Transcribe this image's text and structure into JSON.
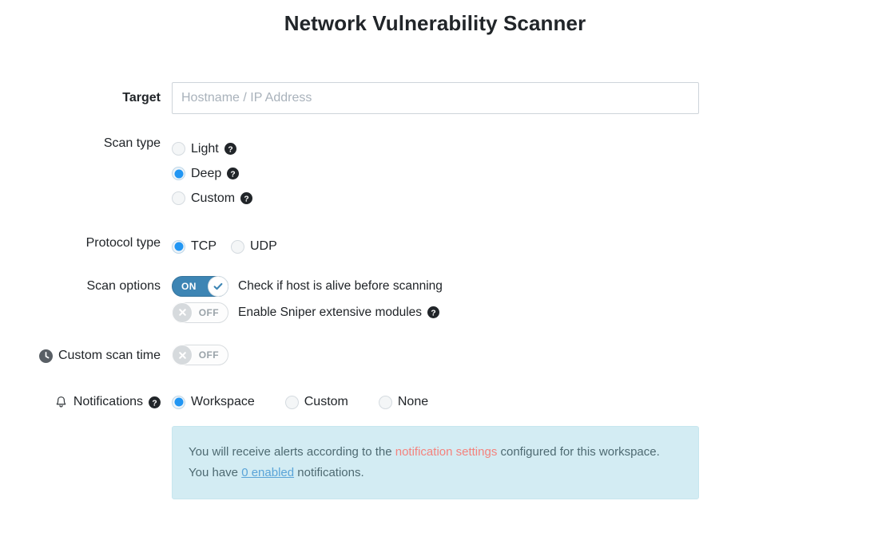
{
  "page": {
    "title": "Network Vulnerability Scanner"
  },
  "target": {
    "label": "Target",
    "placeholder": "Hostname / IP Address",
    "value": ""
  },
  "scan_type": {
    "label": "Scan type",
    "options": [
      {
        "label": "Light",
        "selected": false,
        "help": true
      },
      {
        "label": "Deep",
        "selected": true,
        "help": true
      },
      {
        "label": "Custom",
        "selected": false,
        "help": true
      }
    ]
  },
  "protocol_type": {
    "label": "Protocol type",
    "options": [
      {
        "label": "TCP",
        "selected": true
      },
      {
        "label": "UDP",
        "selected": false
      }
    ]
  },
  "scan_options": {
    "label": "Scan options",
    "items": [
      {
        "state": "ON",
        "text": "Check if host is alive before scanning",
        "help": false
      },
      {
        "state": "OFF",
        "text": "Enable Sniper extensive modules",
        "help": true
      }
    ]
  },
  "custom_scan_time": {
    "label": "Custom scan time",
    "icon": "clock-icon",
    "state": "OFF"
  },
  "notifications": {
    "label": "Notifications",
    "icon": "bell-icon",
    "help": true,
    "options": [
      {
        "label": "Workspace",
        "selected": true
      },
      {
        "label": "Custom",
        "selected": false
      },
      {
        "label": "None",
        "selected": false
      }
    ]
  },
  "info": {
    "line1_part1": "You will receive alerts according to the ",
    "line1_link": "notification settings",
    "line1_part2": " configured for this workspace.",
    "line2_part1": "You have ",
    "line2_link": "0 enabled",
    "line2_part2": " notifications."
  },
  "colors": {
    "accent_blue": "#2196f3",
    "toggle_on": "#3d85b4",
    "info_bg": "#d3ecf3",
    "link_salmon": "#f4827d",
    "link_blue": "#5aa4d8",
    "title": "#212529"
  }
}
